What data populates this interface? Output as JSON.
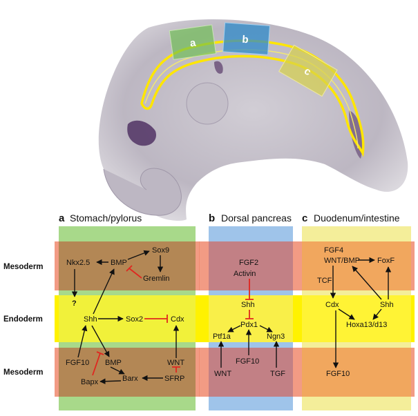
{
  "embryo_regions": {
    "a": "a",
    "b": "b",
    "c": "c"
  },
  "rows": {
    "top": "Mesoderm",
    "middle": "Endoderm",
    "bottom": "Mesoderm"
  },
  "sections": {
    "a": {
      "letter": "a",
      "title": "Stomach/pylorus"
    },
    "b": {
      "letter": "b",
      "title": "Dorsal pancreas"
    },
    "c": {
      "letter": "c",
      "title": "Duodenum/intestine"
    }
  },
  "genes_a": {
    "sox9": "Sox9",
    "nkx25": "Nkx2.5",
    "bmp_top": "BMP",
    "gremlin": "Gremlin",
    "question": "?",
    "shh": "Shh",
    "sox2": "Sox2",
    "cdx": "Cdx",
    "fgf10": "FGF10",
    "bmp_bot": "BMP",
    "wnt": "WNT",
    "bapx": "Bapx",
    "barx": "Barx",
    "sfrp": "SFRP"
  },
  "genes_b": {
    "fgf2": "FGF2",
    "activin": "Activin",
    "shh": "Shh",
    "pdx1": "Pdx1",
    "ptf1a": "Ptf1a",
    "ngn3": "Ngn3",
    "wnt": "WNT",
    "fgf10": "FGF10",
    "tgf": "TGF"
  },
  "genes_c": {
    "fgf4": "FGF4",
    "wntbmp": "WNT/BMP",
    "foxf": "FoxF",
    "tcf": "TCF",
    "cdx": "Cdx",
    "shh": "Shh",
    "hoxa": "Hoxa13/d13",
    "fgf10": "FGF10"
  },
  "colors": {
    "mesoderm_band": "#f08a6e",
    "endoderm_band": "#fff200",
    "col_a": "#a8d98a",
    "col_b": "#9fc4ea",
    "col_c": "#f4ee9a",
    "inhibit": "#e0261f",
    "outline": "#ffe600"
  }
}
